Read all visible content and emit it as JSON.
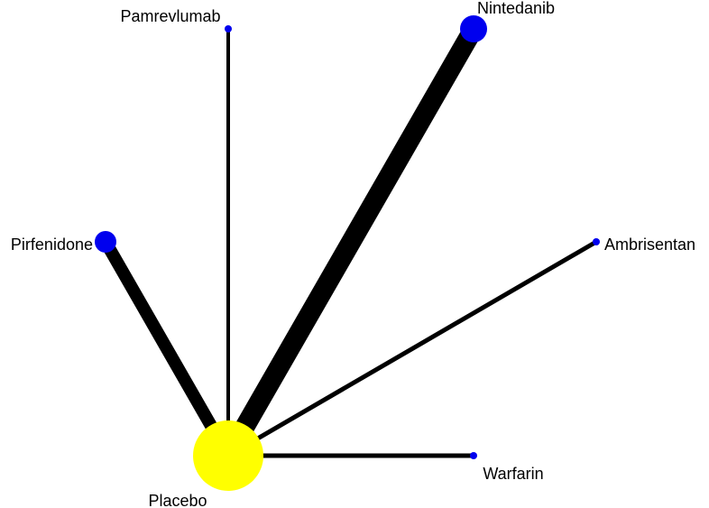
{
  "diagram": {
    "type": "network",
    "colors": {
      "edge": "#000000",
      "treatment_node": "#0000ee",
      "reference_node": "#ffff00",
      "label": "#000000"
    },
    "nodes": [
      {
        "id": "placebo",
        "label": "Placebo",
        "role": "reference"
      },
      {
        "id": "pamrevlumab",
        "label": "Pamrevlumab",
        "role": "treatment"
      },
      {
        "id": "nintedanib",
        "label": "Nintedanib",
        "role": "treatment"
      },
      {
        "id": "pirfenidone",
        "label": "Pirfenidone",
        "role": "treatment"
      },
      {
        "id": "ambrisentan",
        "label": "Ambrisentan",
        "role": "treatment"
      },
      {
        "id": "warfarin",
        "label": "Warfarin",
        "role": "treatment"
      }
    ],
    "edges": [
      {
        "from": "placebo",
        "to": "pamrevlumab"
      },
      {
        "from": "placebo",
        "to": "nintedanib"
      },
      {
        "from": "placebo",
        "to": "pirfenidone"
      },
      {
        "from": "placebo",
        "to": "ambrisentan"
      },
      {
        "from": "placebo",
        "to": "warfarin"
      }
    ]
  }
}
